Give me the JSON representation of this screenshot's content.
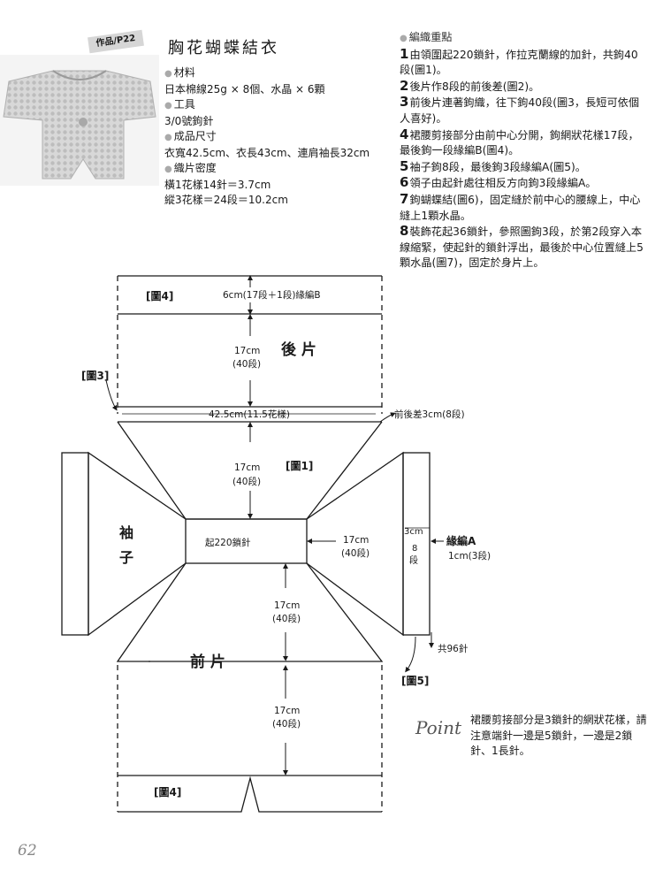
{
  "header": {
    "tag": "作品/P22",
    "title": "胸花蝴蝶結衣"
  },
  "specs": {
    "material_label": "材料",
    "material_value": "日本棉線25g × 8個、水晶 × 6顆",
    "tool_label": "工具",
    "tool_value": "3/0號鉤針",
    "size_label": "成品尺寸",
    "size_value": "衣寬42.5cm、衣長43cm、連肩袖長32cm",
    "gauge_label": "織片密度",
    "gauge_row1": "橫1花樣14針＝3.7cm",
    "gauge_row2": "縱3花樣＝24段＝10.2cm"
  },
  "notes": {
    "heading": "編織重點",
    "items": [
      {
        "n": "1",
        "text": "由領圍起220鎖針，作拉克蘭線的加針，共鉤40段(圖1)。"
      },
      {
        "n": "2",
        "text": "後片作8段的前後差(圖2)。"
      },
      {
        "n": "3",
        "text": "前後片連著鉤織，往下鉤40段(圖3，長短可依個人喜好)。"
      },
      {
        "n": "4",
        "text": "裙腰剪接部分由前中心分開，鉤網狀花樣17段，最後鉤一段緣編B(圖4)。"
      },
      {
        "n": "5",
        "text": "袖子鉤8段，最後鉤3段緣編A(圖5)。"
      },
      {
        "n": "6",
        "text": "領子由起針處往相反方向鉤3段緣編A。"
      },
      {
        "n": "7",
        "text": "鉤蝴蝶結(圖6)，固定縫於前中心的腰線上，中心縫上1顆水晶。"
      },
      {
        "n": "8",
        "text": "裝飾花起36鎖針，參照圖鉤3段，於第2段穿入本線縮緊，使起針的鎖針浮出，最後於中心位置縫上5顆水晶(圖7)，固定於身片上。"
      }
    ]
  },
  "diagram": {
    "fig4_top": "[圖4]",
    "top_band": "6cm(17段＋1段)緣編B",
    "back_h": "17cm",
    "back_rows": "(40段)",
    "back_label": "後 片",
    "fig3": "[圖3]",
    "width": "42.5cm(11.5花樣)",
    "front_back_diff": "前後差3cm(8段)",
    "yoke_h": "17cm",
    "yoke_rows": "(40段)",
    "fig1": "[圖1]",
    "sleeve_l1": "袖",
    "sleeve_l2": "子",
    "start_chain": "起220鎖針",
    "sleeve_len": "17cm",
    "sleeve_rows": "(40段)",
    "cuff_w": "3cm",
    "cuff_rows_n": "8",
    "cuff_rows_u": "段",
    "edge_a": "緣編A",
    "edge_a_size": "1cm(3段)",
    "front_yoke_h": "17cm",
    "front_yoke_rows": "(40段)",
    "front_label": "前 片",
    "stitches": "共96針",
    "fig5": "[圖5]",
    "front_h": "17cm",
    "front_rows": "(40段)",
    "fig4_bottom": "[圖4]"
  },
  "point": {
    "label": "Point",
    "text": "裙腰剪接部分是3鎖針的網狀花樣，請注意端針一邊是5鎖針，一邊是2鎖針、1長針。"
  },
  "page_number": "62",
  "colors": {
    "ink": "#1a1a1a",
    "muted": "#aaaaaa",
    "garment": "#c9c9c9"
  }
}
